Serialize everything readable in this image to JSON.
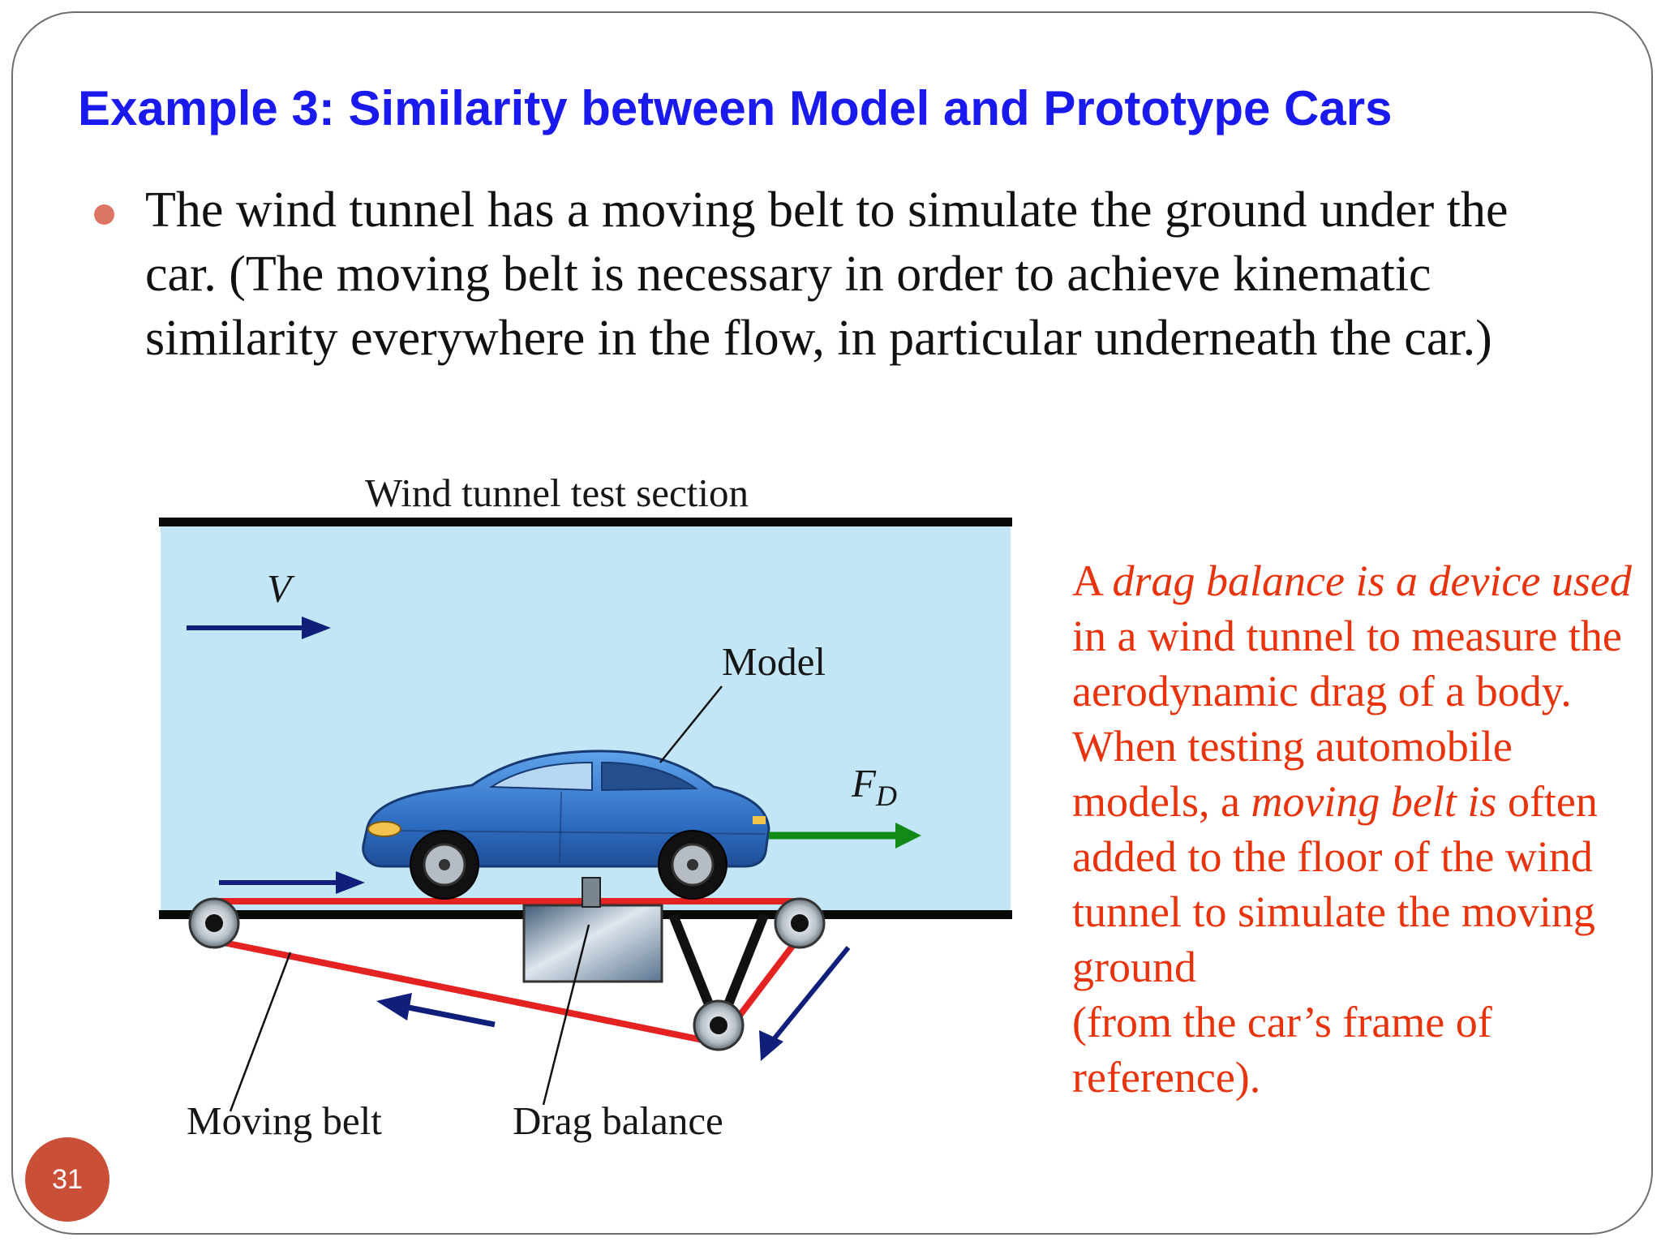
{
  "slide": {
    "title": "Example 3: Similarity between Model and Prototype Cars",
    "bullet": "The wind tunnel has a moving belt to simulate the ground under the car. (The moving belt is necessary in order to achieve kinematic similarity everywhere in the flow, in particular underneath the car.)",
    "page_number": "31"
  },
  "figure": {
    "heading": "Wind tunnel test section",
    "velocity_label": "V",
    "model_label": "Model",
    "force_label_main": "F",
    "force_label_sub": "D",
    "moving_belt_label": "Moving belt",
    "drag_balance_label": "Drag balance"
  },
  "note": {
    "part1": "A ",
    "part2": "drag balance is a device used",
    "part3": " in a wind tunnel to measure the aerodynamic drag of a body. When testing automobile models, a ",
    "part4": "moving belt is",
    "part5": " often added to the floor of the wind tunnel to simulate the moving ground",
    "part6": "(from the car’s frame of reference)."
  },
  "colors": {
    "title": "#1a1aee",
    "note_text": "#e8330c",
    "bullet_dot": "#dd7563",
    "page_badge": "#c94f36",
    "tunnel_fill": "#c3e6f7",
    "belt": "#e52222",
    "flow_arrow": "#0f1f7a",
    "drag_arrow": "#138a18",
    "car_body": "#3d7fd0"
  },
  "icons": [
    "bullet-dot-icon",
    "velocity-arrow-icon",
    "drag-force-arrow-icon",
    "belt-direction-arrow-icon",
    "roller-icon"
  ]
}
